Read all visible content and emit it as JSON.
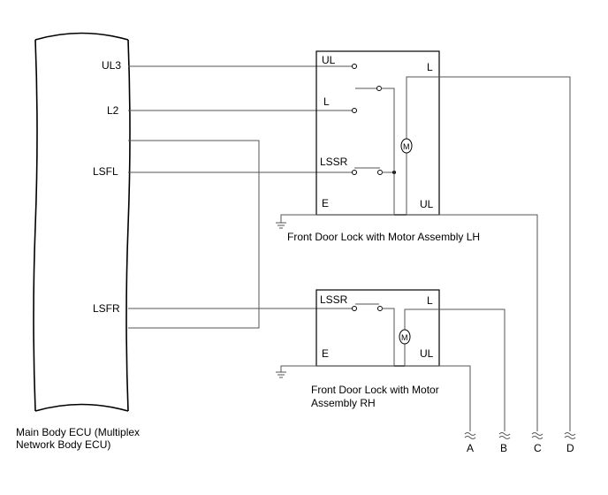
{
  "ecu": {
    "label_line1": "Main Body ECU (Multiplex",
    "label_line2": "Network Body ECU)",
    "pins": {
      "ul3": "UL3",
      "l2": "L2",
      "lsfl": "LSFL",
      "lsfr": "LSFR"
    }
  },
  "lh_assembly": {
    "label": "Front Door Lock with Motor Assembly LH",
    "terminals": {
      "ul_in": "UL",
      "l_in": "L",
      "lssr": "LSSR",
      "e": "E",
      "l_out": "L",
      "ul_out": "UL"
    },
    "motor_symbol": "M"
  },
  "rh_assembly": {
    "label_line1": "Front Door Lock with Motor",
    "label_line2": "Assembly RH",
    "terminals": {
      "lssr": "LSSR",
      "e": "E",
      "l_out": "L",
      "ul_out": "UL"
    },
    "motor_symbol": "M"
  },
  "connectors": {
    "a": "A",
    "b": "B",
    "c": "C",
    "d": "D"
  }
}
